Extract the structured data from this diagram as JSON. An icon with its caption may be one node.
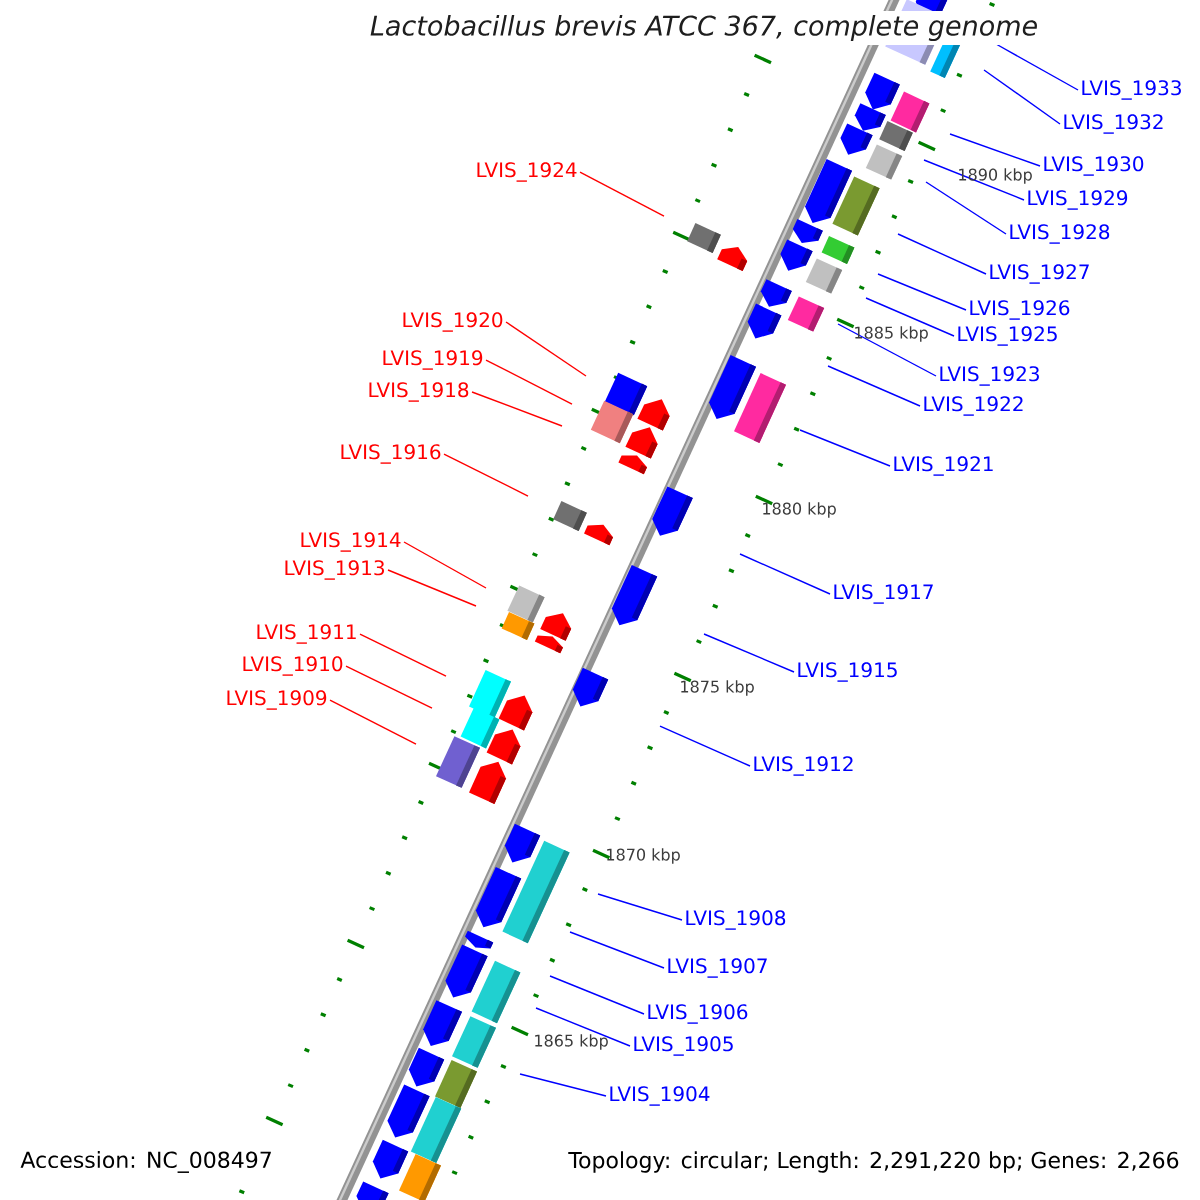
{
  "diagram": {
    "title": "Lactobacillus brevis ATCC 367, complete genome",
    "nodes": [
      {
        "text": [
          "LVIS_1933"
        ]
      },
      {
        "text": [
          "LVIS_1932"
        ]
      },
      {
        "text": [
          "LVIS_1930"
        ]
      },
      {
        "text": [
          "LVIS_1924"
        ]
      },
      {
        "text": [
          "LVIS_1929"
        ]
      },
      {
        "text": [
          "LVIS_1928"
        ]
      },
      {
        "text": [
          "LVIS_1927"
        ]
      },
      {
        "text": [
          "LVIS_1926"
        ]
      },
      {
        "text": [
          "LVIS_1920"
        ]
      },
      {
        "text": [
          "LVIS_1925"
        ]
      },
      {
        "text": [
          "LVIS_1919"
        ]
      },
      {
        "text": [
          "LVIS_1923"
        ]
      },
      {
        "text": [
          "LVIS_1918"
        ]
      },
      {
        "text": [
          "LVIS_1922"
        ]
      },
      {
        "text": [
          "LVIS_1916"
        ]
      },
      {
        "text": [
          "LVIS_1921"
        ]
      },
      {
        "text": [
          "LVIS_1914"
        ]
      },
      {
        "text": [
          "LVIS_1913"
        ]
      },
      {
        "text": [
          "LVIS_1917"
        ]
      },
      {
        "text": [
          "LVIS_1911"
        ]
      },
      {
        "text": [
          "LVIS_1910"
        ]
      },
      {
        "text": [
          "LVIS_1915"
        ]
      },
      {
        "text": [
          "LVIS_1909"
        ]
      },
      {
        "text": [
          "LVIS_1912"
        ]
      },
      {
        "text": [
          "LVIS_1908"
        ]
      },
      {
        "text": [
          "LVIS_1907"
        ]
      },
      {
        "text": [
          "LVIS_1906"
        ]
      },
      {
        "text": [
          "LVIS_1905"
        ]
      },
      {
        "text": [
          "LVIS_1904"
        ]
      }
    ],
    "edges": [
      {
        "from": 0,
        "to": null,
        "arrow": "none"
      },
      {
        "from": 1,
        "to": null,
        "arrow": "none"
      },
      {
        "from": 2,
        "to": null,
        "arrow": "none"
      },
      {
        "from": 3,
        "to": null,
        "arrow": "none",
        "color": "#ff0000"
      },
      {
        "from": 4,
        "to": null,
        "arrow": "none"
      },
      {
        "from": 5,
        "to": null,
        "arrow": "none"
      },
      {
        "from": 6,
        "to": null,
        "arrow": "none"
      },
      {
        "from": 7,
        "to": null,
        "arrow": "none"
      },
      {
        "from": 8,
        "to": null,
        "arrow": "none",
        "color": "#ff0000"
      },
      {
        "from": 9,
        "to": null,
        "arrow": "none"
      },
      {
        "from": 10,
        "to": null,
        "arrow": "none",
        "color": "#ff0000"
      },
      {
        "from": 11,
        "to": null,
        "arrow": "none"
      },
      {
        "from": 12,
        "to": null,
        "arrow": "none",
        "color": "#ff0000"
      },
      {
        "from": 13,
        "to": null,
        "arrow": "none"
      },
      {
        "from": 14,
        "to": null,
        "arrow": "none",
        "color": "#ff0000"
      },
      {
        "from": 15,
        "to": null,
        "arrow": "none"
      },
      {
        "from": 16,
        "to": null,
        "arrow": "none",
        "color": "#ff0000"
      },
      {
        "from": 17,
        "to": null,
        "arrow": "none",
        "color": "#ff0000"
      },
      {
        "from": 18,
        "to": null,
        "arrow": "none"
      },
      {
        "from": 19,
        "to": null,
        "arrow": "none",
        "color": "#ff0000"
      },
      {
        "from": 20,
        "to": null,
        "arrow": "none",
        "color": "#ff0000"
      },
      {
        "from": 21,
        "to": null,
        "arrow": "none"
      },
      {
        "from": 22,
        "to": null,
        "arrow": "none",
        "color": "#ff0000"
      },
      {
        "from": 23,
        "to": null,
        "arrow": "none"
      },
      {
        "from": 24,
        "to": null,
        "arrow": "none"
      },
      {
        "from": 25,
        "to": null,
        "arrow": "none"
      },
      {
        "from": 26,
        "to": null,
        "arrow": "none"
      },
      {
        "from": 27,
        "to": null,
        "arrow": "none"
      },
      {
        "from": 28,
        "to": null,
        "arrow": "none"
      }
    ],
    "labels": [
      "1890 kbp",
      "1885 kbp",
      "1880 kbp",
      "1875 kbp",
      "1870 kbp",
      "1865 kbp",
      "Accession: NC_008497",
      "Topology: circular; Length: 2,291,220 bp; Genes: 2,266"
    ]
  }
}
